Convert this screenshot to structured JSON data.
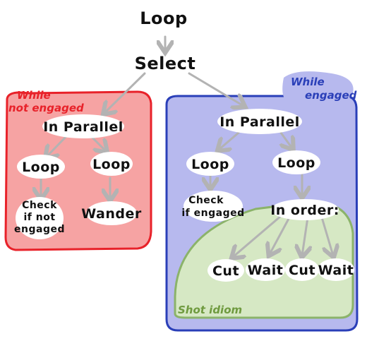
{
  "nodes": {
    "loop_root": "Loop",
    "select": "Select",
    "parallel_left": "In Parallel",
    "loop_left_a": "Loop",
    "loop_left_b": "Loop",
    "check_not_engaged": [
      "Check",
      "if not",
      "engaged"
    ],
    "wander": "Wander",
    "parallel_right": "In Parallel",
    "loop_right_a": "Loop",
    "loop_right_b": "Loop",
    "check_engaged": [
      "Check",
      "if engaged"
    ],
    "in_order": "In order:",
    "cut_1": "Cut",
    "wait_1": "Wait",
    "cut_2": "Cut",
    "wait_2": "Wait"
  },
  "regions": {
    "not_engaged": {
      "label": [
        "While",
        "not engaged"
      ],
      "color": "#e8222a",
      "fill": "#f6a3a3"
    },
    "engaged": {
      "label": [
        "While",
        "engaged"
      ],
      "color": "#2a3fb8",
      "fill": "#b7b9ee"
    },
    "shot_idiom": {
      "label": "Shot idiom",
      "color": "#6f9a3f",
      "fill": "#d6e8c4"
    }
  }
}
